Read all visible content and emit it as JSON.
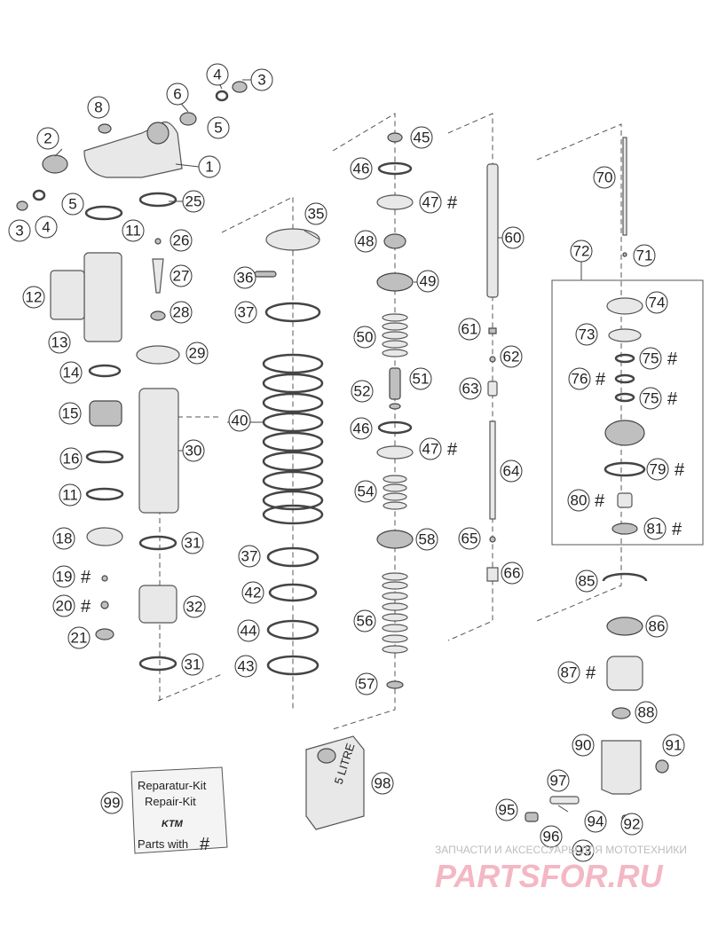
{
  "callouts": [
    {
      "n": "1"
    },
    {
      "n": "2"
    },
    {
      "n": "3"
    },
    {
      "n": "3"
    },
    {
      "n": "4"
    },
    {
      "n": "4"
    },
    {
      "n": "5"
    },
    {
      "n": "5"
    },
    {
      "n": "6"
    },
    {
      "n": "8"
    },
    {
      "n": "11"
    },
    {
      "n": "11"
    },
    {
      "n": "12"
    },
    {
      "n": "13"
    },
    {
      "n": "14"
    },
    {
      "n": "15"
    },
    {
      "n": "16"
    },
    {
      "n": "18"
    },
    {
      "n": "19",
      "hash": true
    },
    {
      "n": "20",
      "hash": true
    },
    {
      "n": "21"
    },
    {
      "n": "25"
    },
    {
      "n": "26"
    },
    {
      "n": "27"
    },
    {
      "n": "28"
    },
    {
      "n": "29"
    },
    {
      "n": "30"
    },
    {
      "n": "31"
    },
    {
      "n": "31"
    },
    {
      "n": "32"
    },
    {
      "n": "35"
    },
    {
      "n": "36"
    },
    {
      "n": "37"
    },
    {
      "n": "37"
    },
    {
      "n": "40"
    },
    {
      "n": "42"
    },
    {
      "n": "43"
    },
    {
      "n": "44"
    },
    {
      "n": "45"
    },
    {
      "n": "46"
    },
    {
      "n": "46"
    },
    {
      "n": "47",
      "hash": true
    },
    {
      "n": "47",
      "hash": true
    },
    {
      "n": "48"
    },
    {
      "n": "49"
    },
    {
      "n": "50"
    },
    {
      "n": "51"
    },
    {
      "n": "52"
    },
    {
      "n": "54"
    },
    {
      "n": "56"
    },
    {
      "n": "57"
    },
    {
      "n": "58"
    },
    {
      "n": "60"
    },
    {
      "n": "61"
    },
    {
      "n": "62"
    },
    {
      "n": "63"
    },
    {
      "n": "64"
    },
    {
      "n": "65"
    },
    {
      "n": "66"
    },
    {
      "n": "70"
    },
    {
      "n": "71"
    },
    {
      "n": "72"
    },
    {
      "n": "73"
    },
    {
      "n": "74"
    },
    {
      "n": "75",
      "hash": true
    },
    {
      "n": "75",
      "hash": true
    },
    {
      "n": "76",
      "hash": true
    },
    {
      "n": "79",
      "hash": true
    },
    {
      "n": "80",
      "hash": true
    },
    {
      "n": "81",
      "hash": true
    },
    {
      "n": "85"
    },
    {
      "n": "86"
    },
    {
      "n": "87",
      "hash": true
    },
    {
      "n": "88"
    },
    {
      "n": "90"
    },
    {
      "n": "91"
    },
    {
      "n": "92"
    },
    {
      "n": "93"
    },
    {
      "n": "94"
    },
    {
      "n": "95"
    },
    {
      "n": "96"
    },
    {
      "n": "97"
    },
    {
      "n": "98"
    },
    {
      "n": "99"
    }
  ],
  "hash_symbol": "#",
  "kit_box": {
    "line1": "Reparatur-Kit",
    "line2": "Repair-Kit",
    "brand": "KTM",
    "parts_with": "Parts with",
    "hash": "#"
  },
  "oil_can": {
    "label": "5 LITRE"
  },
  "watermark": {
    "line1": "ЗАПЧАСТИ И АКСЕССУАРЫ ДЛЯ МОТОТЕХНИКИ",
    "line2": "PARTSFOR.RU"
  }
}
